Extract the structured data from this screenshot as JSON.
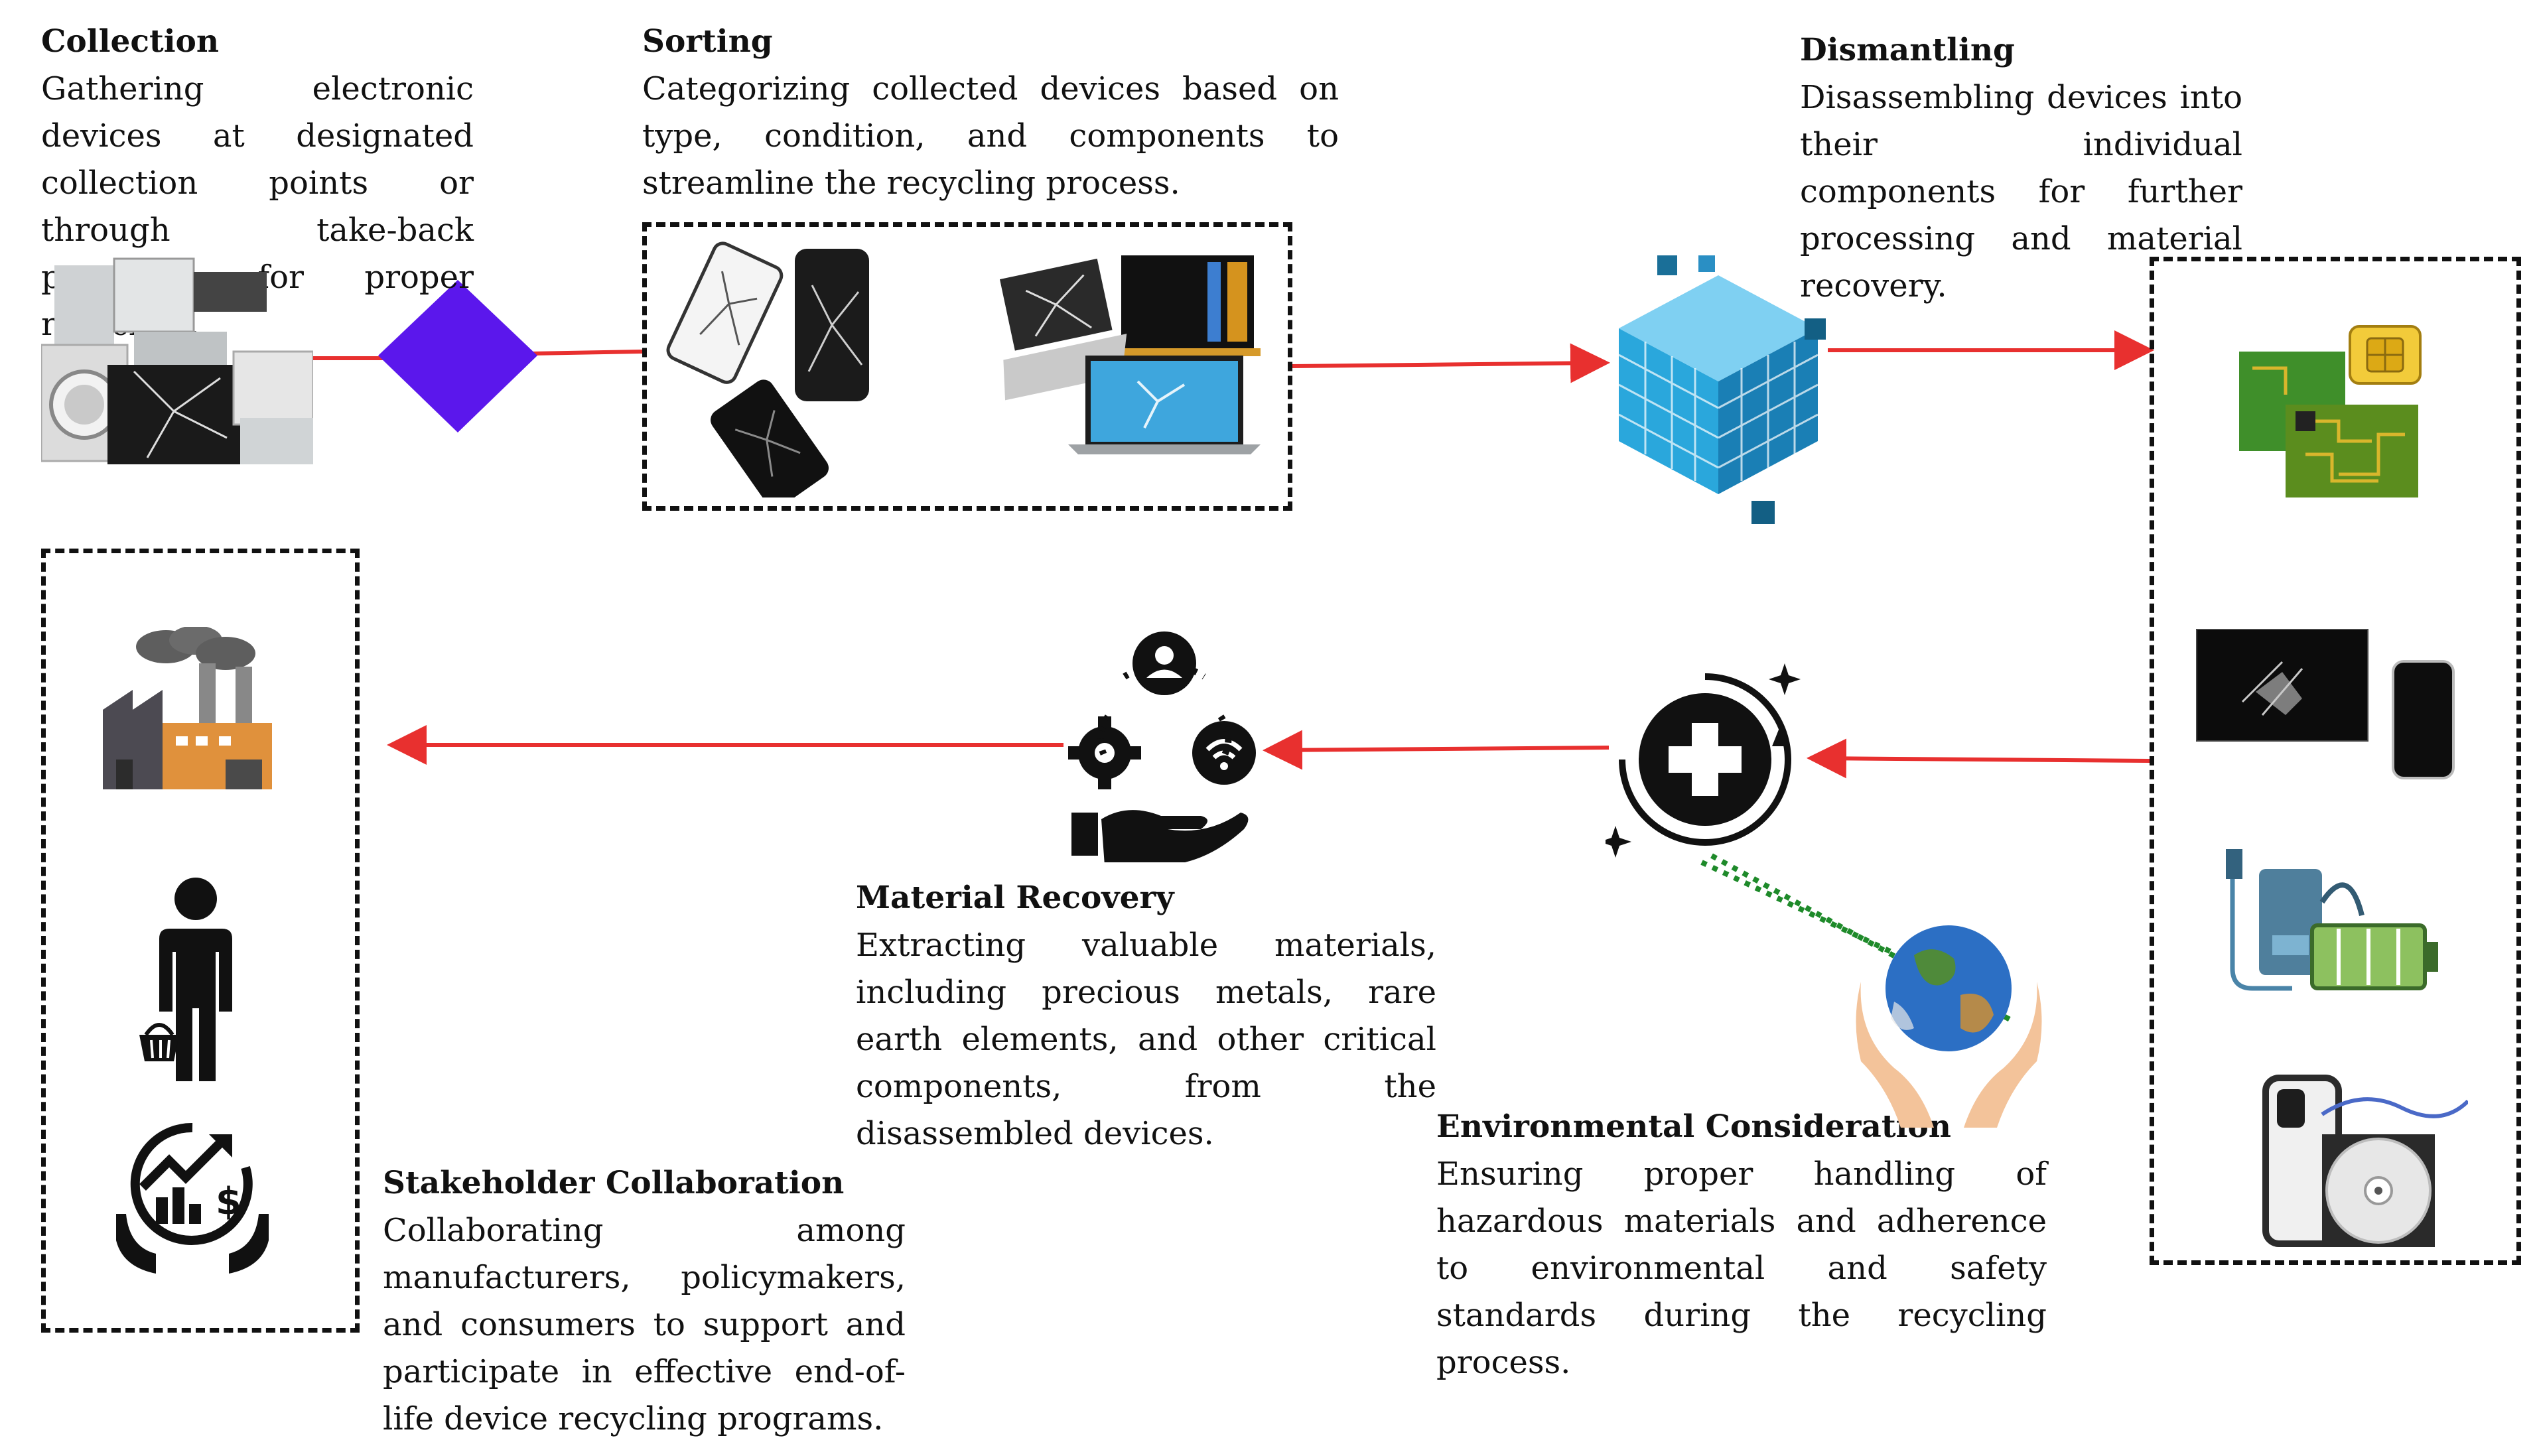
{
  "steps": {
    "collection": {
      "title": "Collection",
      "description": "Gathering electronic devices at designated collection points or through take-back programs for proper recycling."
    },
    "sorting": {
      "title": "Sorting",
      "description": "Categorizing collected devices based on type, condition, and components to streamline the recycling process."
    },
    "dismantling": {
      "title": "Dismantling",
      "description": "Disassembling devices into their individual components for further processing and material recovery."
    },
    "material_recovery": {
      "title": "Material Recovery",
      "description": "Extracting valuable materials, including precious metals, rare earth elements, and other critical components, from the disassembled devices."
    },
    "environmental": {
      "title": "Environmental Consideration",
      "description": "Ensuring proper handling of hazardous materials and adherence to environmental and safety standards during the recycling process."
    },
    "stakeholder": {
      "title": "Stakeholder Collaboration",
      "description": "Collaborating among manufacturers, policymakers, and consumers to support and participate in effective end-of-life device recycling programs."
    }
  },
  "colors": {
    "arrow": "#e8302f",
    "diamond": "#5b17ec",
    "cube": "#2aa7dc",
    "dotted_link": "#1e8a2a"
  },
  "icons": [
    "appliances-pile-icon",
    "broken-smartphones-icon",
    "broken-laptops-icon",
    "data-cube-icon",
    "circuit-board-icon",
    "sim-chip-icon",
    "display-panel-icon",
    "phone-icon",
    "charger-battery-icon",
    "phone-case-cable-icon",
    "cd-disc-icon",
    "people-gear-hand-icon",
    "health-plus-cycle-icon",
    "earth-in-hands-icon",
    "factory-icon",
    "consumer-with-basket-icon",
    "money-growth-hands-icon"
  ]
}
